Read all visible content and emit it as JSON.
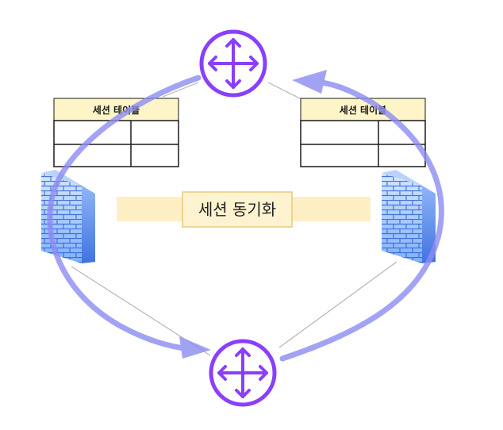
{
  "session_tables": [
    {
      "title": "세션 테이블",
      "rows": 2,
      "cols": 2
    },
    {
      "title": "세션 테이블",
      "rows": 2,
      "cols": 2
    }
  ],
  "sync_label": "세션 동기화",
  "colors": {
    "router": "#8a3ffc",
    "flow_arrow": "#8c8cf2",
    "table_header": "#fdf4c8",
    "table_border": "#1a1a1a",
    "sync_band": "#fdeec4",
    "sync_box": "#fdf3d0",
    "sync_box_border": "#e8c97a",
    "firewall_light": "#cfe3ff",
    "firewall_dark": "#5b8ef5",
    "link_line": "#b5b5b5"
  }
}
